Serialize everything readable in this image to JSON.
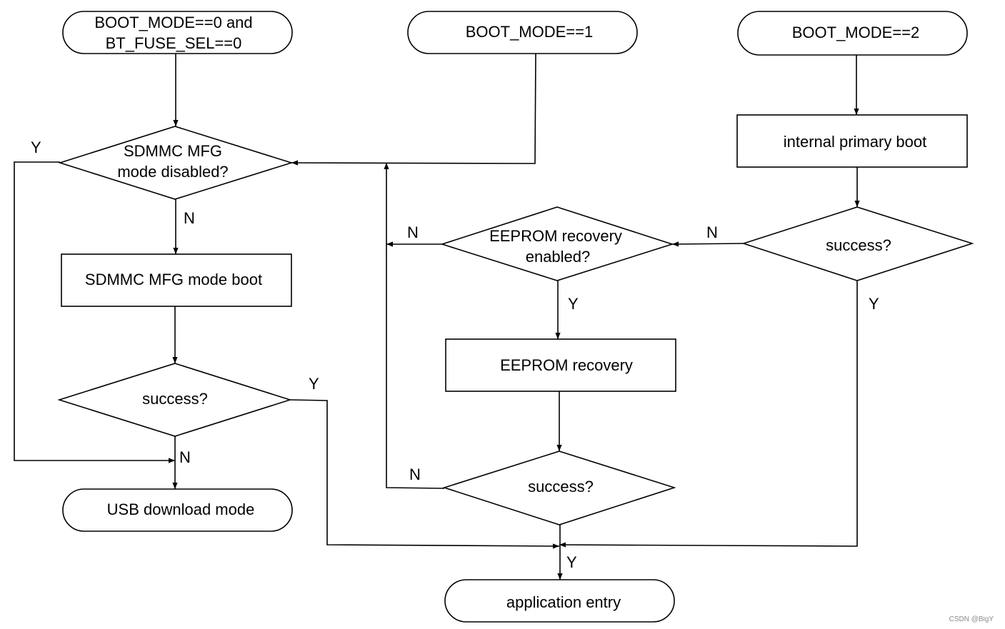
{
  "nodes": {
    "start_mode0_line1": "BOOT_MODE==0 and",
    "start_mode0_line2": "BT_FUSE_SEL==0",
    "start_mode1": "BOOT_MODE==1",
    "start_mode2": "BOOT_MODE==2",
    "sdmmc_decision_line1": "SDMMC MFG",
    "sdmmc_decision_line2": "mode disabled?",
    "sdmmc_boot": "SDMMC MFG mode boot",
    "sdmmc_success": "success?",
    "usb_download": "USB download mode",
    "internal_primary_boot": "internal primary boot",
    "primary_success": "success?",
    "eeprom_decision_line1": "EEPROM recovery",
    "eeprom_decision_line2": "enabled?",
    "eeprom_recovery": "EEPROM recovery",
    "eeprom_success": "success?",
    "application_entry": "application entry"
  },
  "edge_labels": {
    "sdmmc_disabled_yes": "Y",
    "sdmmc_disabled_no": "N",
    "sdmmc_success_yes": "Y",
    "sdmmc_success_no": "N",
    "primary_success_no": "N",
    "primary_success_yes": "Y",
    "eeprom_enabled_no": "N",
    "eeprom_enabled_yes": "Y",
    "eeprom_success_no": "N",
    "eeprom_success_yes": "Y"
  },
  "watermark": "CSDN @BigY"
}
